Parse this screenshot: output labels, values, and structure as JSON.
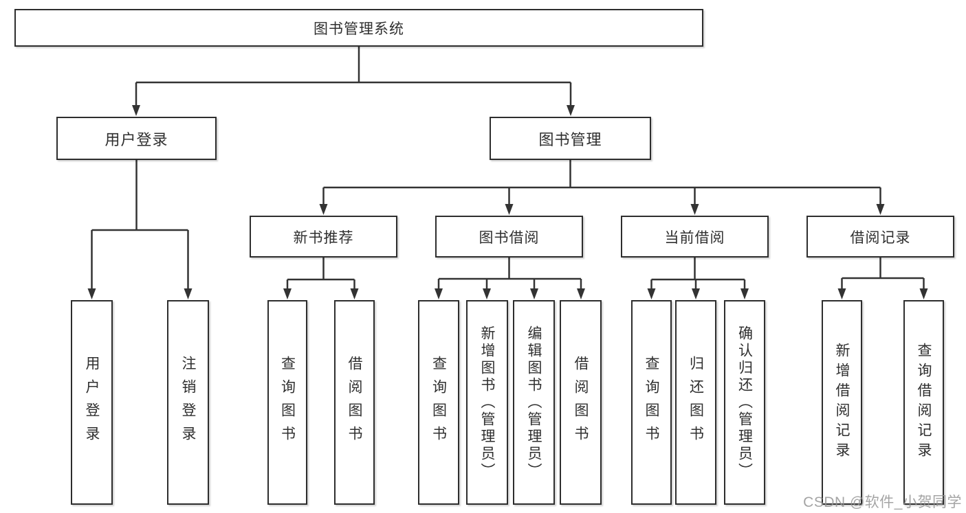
{
  "root": {
    "label": "图书管理系统"
  },
  "level2": [
    {
      "label": "用户登录"
    },
    {
      "label": "图书管理"
    }
  ],
  "level3": [
    {
      "label": "新书推荐"
    },
    {
      "label": "图书借阅"
    },
    {
      "label": "当前借阅"
    },
    {
      "label": "借阅记录"
    }
  ],
  "leaves": {
    "user_login": [
      "用户登录",
      "注销登录"
    ],
    "new_books": [
      "查询图书",
      "借阅图书"
    ],
    "book_borrowing": [
      "查询图书",
      "新增图书（管理员）",
      "编辑图书（管理员）",
      "借阅图书"
    ],
    "current_borrowing": [
      "查询图书",
      "归还图书",
      "确认归还（管理员）"
    ],
    "borrowing_records": [
      "新增借阅记录",
      "查询借阅记录"
    ]
  },
  "watermark": "CSDN @软件_小贺同学",
  "colors": {
    "line": "#333333",
    "box_border": "#2d2d2d",
    "box_fill": "#ffffff",
    "text": "#2f2f2f",
    "watermark": "#949494"
  }
}
